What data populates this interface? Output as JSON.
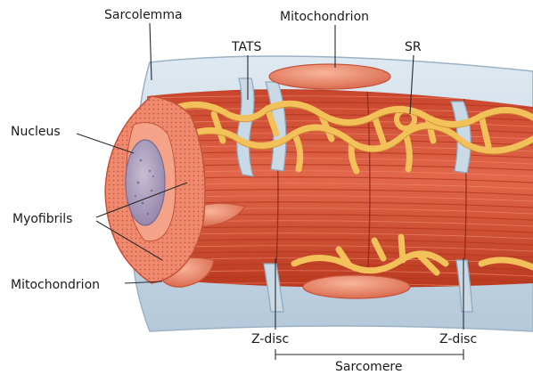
{
  "labels": {
    "sarcolemma": "Sarcolemma",
    "mitochondrion_top": "Mitochondrion",
    "tats": "TATS",
    "sr": "SR",
    "nucleus": "Nucleus",
    "myofibrils": "Myofibrils",
    "mitochondrion_left": "Mitochondrion",
    "z_disc_left": "Z-disc",
    "z_disc_right": "Z-disc",
    "sarcomere": "Sarcomere"
  },
  "colors": {
    "sarcolemma": "#c9d9e6",
    "muscle": "#d9573f",
    "muscle_dark": "#b2371f",
    "muscle_light": "#ef8a6e",
    "sr": "#f2c15a",
    "sr_edge": "#c98e2a",
    "mitochondrion": "#ee8f72",
    "nucleus": "#a99ab8",
    "leader": "#2a2a2a"
  }
}
